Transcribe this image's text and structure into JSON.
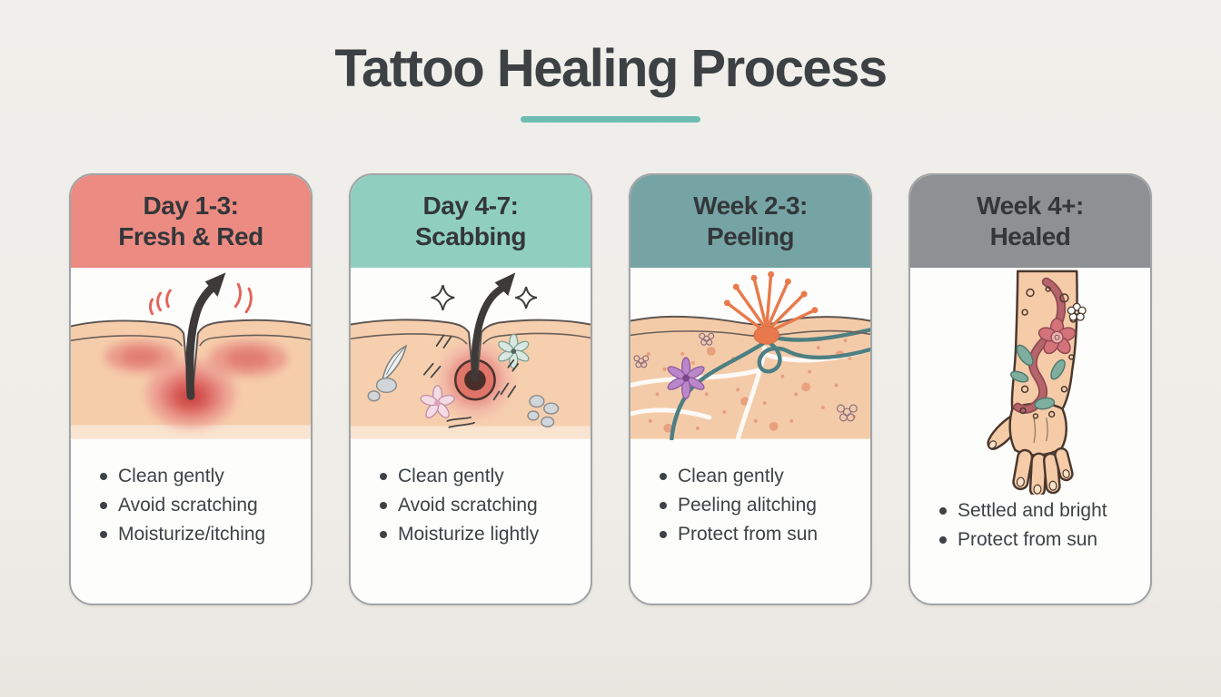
{
  "title": "Tattoo Healing Process",
  "accent_underline_color": "#6fbcb2",
  "background_color": "#f0eeea",
  "cards": [
    {
      "id": "day-1-3-fresh-red",
      "title_line1": "Day 1-3:",
      "title_line2": "Fresh & Red",
      "header_color": "#ec8b82",
      "illustration": "needle-in-inflamed-skin",
      "bullets": [
        "Clean gently",
        "Avoid scratching",
        "Moisturize/itching"
      ]
    },
    {
      "id": "day-4-7-scabbing",
      "title_line1": "Day 4-7:",
      "title_line2": "Scabbing",
      "header_color": "#90cfc0",
      "illustration": "scab-with-needle-sparkles-and-flowers",
      "bullets": [
        "Clean gently",
        "Avoid scratching",
        "Moisturize lightly"
      ]
    },
    {
      "id": "week-2-3-peeling",
      "title_line1": "Week 2-3:",
      "title_line2": "Peeling",
      "header_color": "#76a4a4",
      "illustration": "peeling-burst-with-ink-lines",
      "bullets": [
        "Clean gently",
        "Peeling alitching",
        "Protect from sun"
      ]
    },
    {
      "id": "week-4-healed",
      "title_line1": "Week 4+:",
      "title_line2": "Healed",
      "header_color": "#8e9093",
      "illustration": "healed-tattooed-arm",
      "bullets": [
        "Settled and bright",
        "Protect from sun"
      ]
    }
  ]
}
